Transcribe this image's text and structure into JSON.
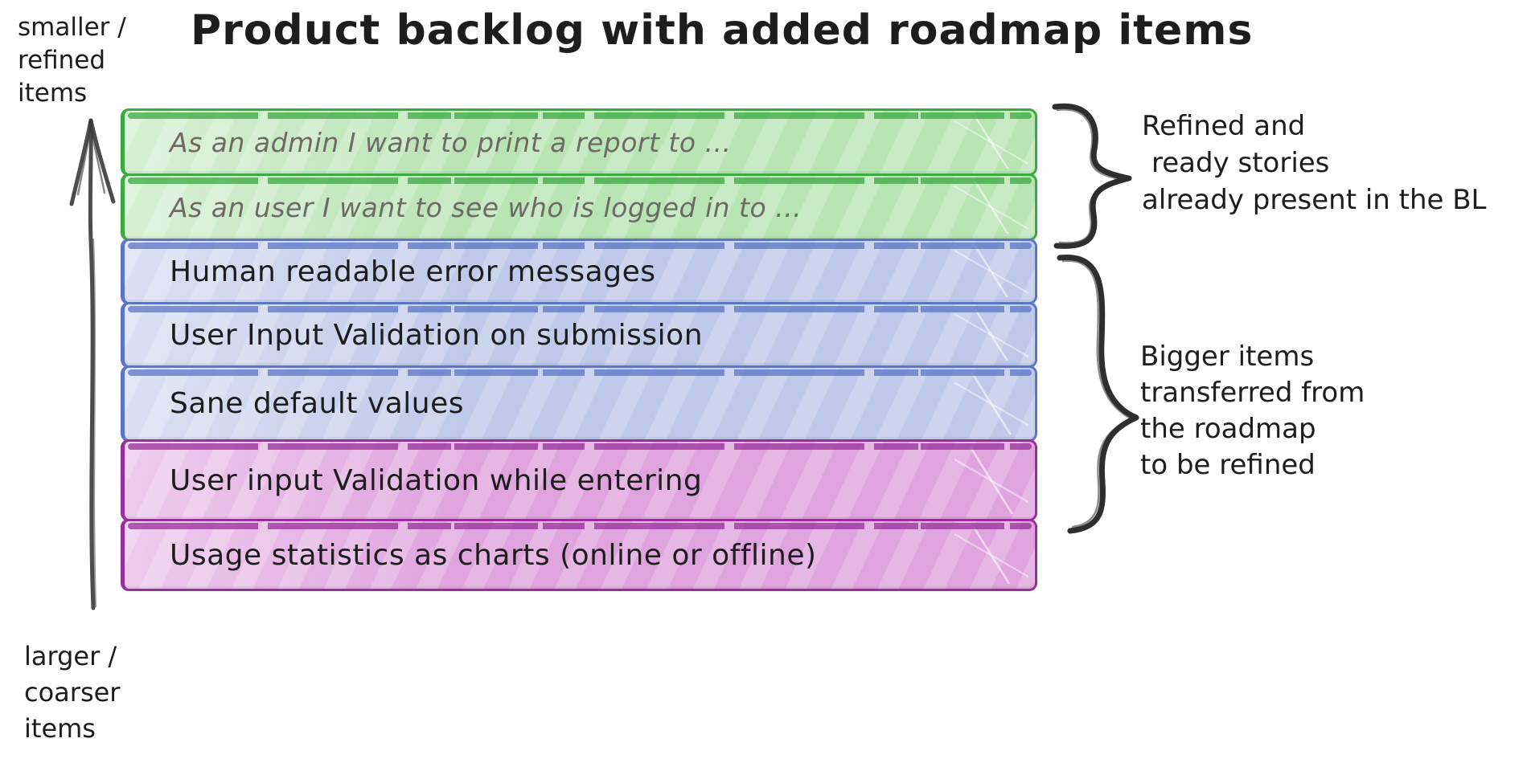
{
  "title": "Product backlog with added roadmap items",
  "axis": {
    "top_label_lines": [
      "smaller /",
      "refined",
      "items"
    ],
    "bottom_label_lines": [
      "larger /",
      "coarser",
      "items"
    ]
  },
  "backlog": {
    "rows": [
      {
        "label": "As an admin I want to print a report to ...",
        "group": "refined-story",
        "color": "green"
      },
      {
        "label": "As an user I want to see who is logged in to ...",
        "group": "refined-story",
        "color": "green"
      },
      {
        "label": "Human readable error messages",
        "group": "roadmap-item",
        "color": "blue"
      },
      {
        "label": "User Input Validation on submission",
        "group": "roadmap-item",
        "color": "blue"
      },
      {
        "label": "Sane default values",
        "group": "roadmap-item",
        "color": "blue"
      },
      {
        "label": "User input Validation while entering",
        "group": "roadmap-item",
        "color": "purple"
      },
      {
        "label": "Usage statistics as charts (online or offline)",
        "group": "roadmap-item",
        "color": "purple"
      }
    ]
  },
  "annotations": {
    "refined": {
      "lines": [
        "Refined and",
        "ready stories",
        "already present in the BL"
      ]
    },
    "roadmap": {
      "lines": [
        "Bigger items",
        "transferred from",
        "the roadmap",
        "to be refined"
      ]
    }
  },
  "colors": {
    "green_fill": "#b9e4b4",
    "green_stroke": "#3aaa41",
    "blue_fill": "#bfc9e9",
    "blue_stroke": "#5b76c8",
    "purple_fill": "#dfa3de",
    "purple_stroke": "#992f9b",
    "ink": "#1d1d1d",
    "story_text": "#6e6a66"
  }
}
